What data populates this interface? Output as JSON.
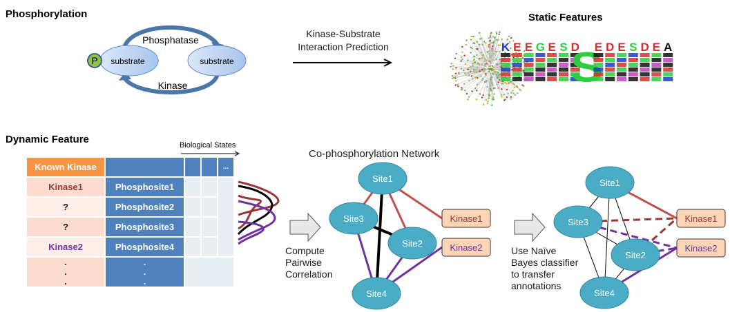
{
  "phosphorylation": {
    "title": "Phosphorylation",
    "p_label": "P",
    "substrate_left": "substrate",
    "substrate_right": "substrate",
    "phosphatase": "Phosphatase",
    "kinase": "Kinase"
  },
  "prediction": {
    "line1": "Kinase-Substrate",
    "line2": "Interaction Prediction"
  },
  "static_features": {
    "title": "Static Features",
    "logo_columns": [
      "K",
      "E",
      "E",
      "G",
      "E",
      "S",
      "D",
      "S",
      "E",
      "D",
      "E",
      "S",
      "D",
      "E",
      "A"
    ]
  },
  "dynamic_feature": {
    "title": "Dynamic Feature",
    "states_label": "Biological States",
    "header": {
      "known_kinase": "Known Kinase",
      "ellipsis": "..."
    },
    "rows": [
      {
        "kinase": "Kinase1",
        "site": "Phosphosite1",
        "kinase_color": "#953735"
      },
      {
        "kinase": "?",
        "site": "Phosphosite2",
        "kinase_color": "#1a1a1a"
      },
      {
        "kinase": "?",
        "site": "Phosphosite3",
        "kinase_color": "#1a1a1a"
      },
      {
        "kinase": "Kinase2",
        "site": "Phosphosite4",
        "kinase_color": "#7030a0"
      }
    ],
    "dots": ".\n.\n."
  },
  "compute": {
    "line1": "Compute",
    "line2": "Pairwise",
    "line3": "Correlation"
  },
  "network": {
    "title": "Co-phosphorylation Network",
    "sites": [
      "Site1",
      "Site2",
      "Site3",
      "Site4"
    ],
    "kinases": [
      "Kinase1",
      "Kinase2"
    ]
  },
  "classifier": {
    "line1": "Use Naïve",
    "line2": "Bayes classifier",
    "line3": "to transfer",
    "line4": "annotations"
  },
  "colors": {
    "node": "#4bacc6",
    "kinase_box": "#fbd5b5",
    "kinase1": "#c0504d",
    "kinase1_dark": "#953735",
    "kinase2": "#7030a0",
    "table_blue": "#4f81bd",
    "table_orange": "#f79646"
  }
}
